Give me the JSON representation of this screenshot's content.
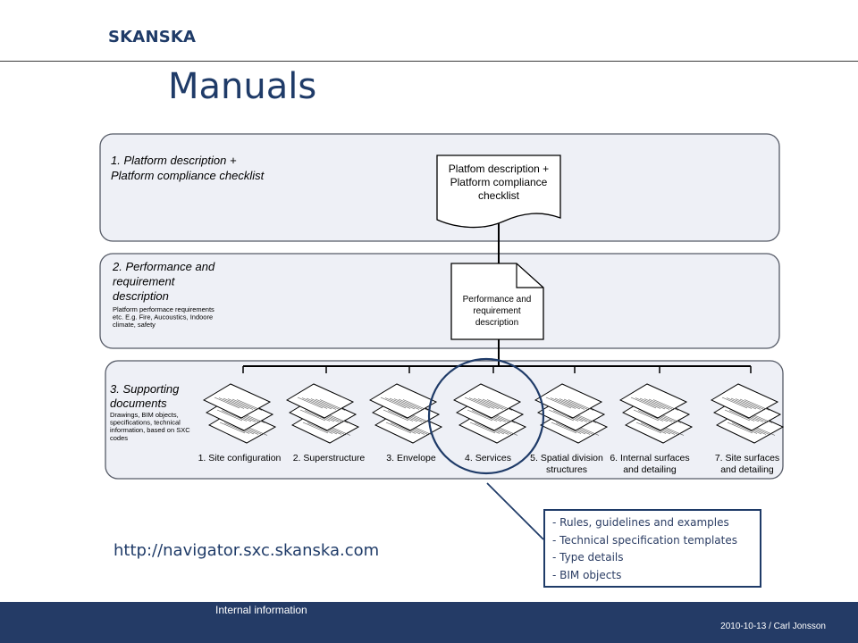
{
  "header": {
    "logo_text": "SKANSKA",
    "title": "Manuals"
  },
  "diagram": {
    "sections": [
      {
        "heading_lines": [
          "1. Platform description +",
          "Platform compliance checklist"
        ],
        "small_lines": []
      },
      {
        "heading_lines": [
          "2. Performance and",
          "requirement",
          "description"
        ],
        "small_lines": [
          "Platform performace requirements",
          "etc. E.g. Fire, Aucoustics, Indoore",
          "climate, safety"
        ]
      },
      {
        "heading_lines": [
          "3. Supporting",
          "documents"
        ],
        "small_lines": [
          "Drawings, BIM objects,",
          "specifications, technical",
          "information, based on SXC",
          "codes"
        ]
      }
    ],
    "doc1_lines": [
      "Platfom description +",
      "Platform compliance",
      "checklist"
    ],
    "doc2_lines": [
      "Performance and",
      "requirement",
      "description"
    ],
    "categories": [
      [
        "1. Site configuration"
      ],
      [
        "2. Superstructure"
      ],
      [
        "3. Envelope"
      ],
      [
        "4. Services"
      ],
      [
        "5. Spatial division",
        "structures"
      ],
      [
        "6. Internal surfaces",
        "and detailing"
      ],
      [
        "7. Site surfaces",
        "and detailing"
      ]
    ],
    "highlighted_category": 3
  },
  "url": "http://navigator.sxc.skanska.com",
  "callout_items": [
    "- Rules, guidelines and examples",
    "- Technical specification templates",
    "- Type details",
    "- BIM objects"
  ],
  "footer": {
    "left_text": "Internal information",
    "right_text": "2010-10-13 / Carl Jonsson"
  },
  "colors": {
    "brand_navy": "#1f3b68",
    "footer_bg": "#243b66",
    "panel_fill": "#eef0f6",
    "panel_border": "#555a66"
  }
}
